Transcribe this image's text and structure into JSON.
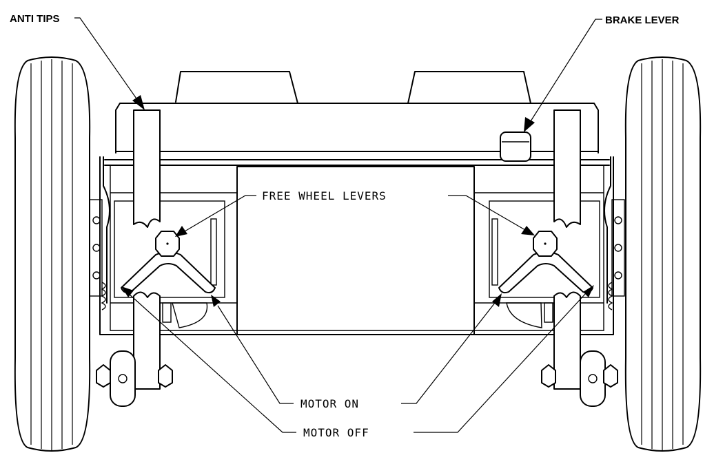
{
  "labels": {
    "anti_tips": "ANTI TIPS",
    "brake_lever": "BRAKE LEVER",
    "free_wheel_levers": "FREE WHEEL LEVERS",
    "motor_on": "MOTOR ON",
    "motor_off": "MOTOR OFF"
  },
  "colors": {
    "line": "#000000",
    "background": "#ffffff"
  }
}
